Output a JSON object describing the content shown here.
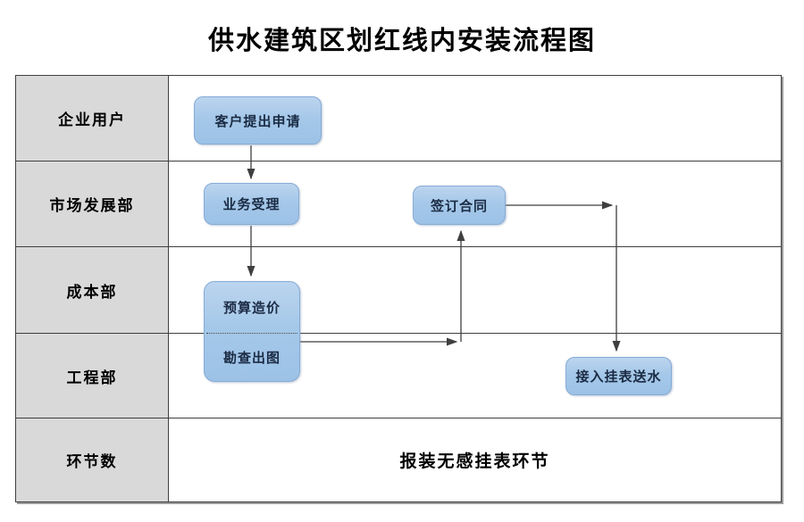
{
  "title": "供水建筑区划红线内安装流程图",
  "lanes": [
    {
      "label": "企业用户"
    },
    {
      "label": "市场发展部"
    },
    {
      "label": "成本部"
    },
    {
      "label": "工程部"
    },
    {
      "label": "环节数"
    }
  ],
  "nodes": {
    "apply": {
      "label": "客户提出申请"
    },
    "accept": {
      "label": "业务受理"
    },
    "budget": {
      "label": "预算造价"
    },
    "survey": {
      "label": "勘查出图"
    },
    "contract": {
      "label": "签订合同"
    },
    "connect": {
      "label": "接入挂表送水"
    }
  },
  "footer": {
    "text": "报装无感挂表环节"
  },
  "edges": [
    {
      "from": "客户提出申请",
      "to": "业务受理"
    },
    {
      "from": "业务受理",
      "to": "预算造价"
    },
    {
      "from": "勘查出图",
      "to": "签订合同"
    },
    {
      "from": "签订合同",
      "to": "接入挂表送水"
    }
  ],
  "colors": {
    "node_fill_top": "#bcd4ee",
    "node_fill_bottom": "#9cc2e6",
    "node_border": "#85abd6",
    "node_text": "#1b2b44",
    "lane_bg": "#d9d9d9",
    "grid_line": "#3f3f3f",
    "arrow": "#3f3f3f"
  }
}
